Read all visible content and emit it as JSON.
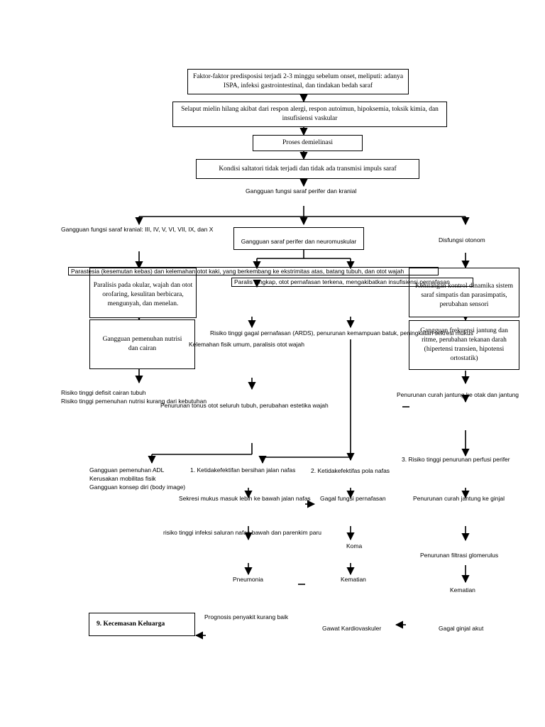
{
  "boxes": {
    "b1": "Faktor-faktor predisposisi terjadi 2-3 minggu sebelum onset, meliputi: adanya ISPA, infeksi gastrointestinal, dan tindakan bedah saraf",
    "b2": "Selaput mielin hilang akibat dari respon alergi, respon autoimun, hipoksemia, toksik kimia, dan insufisiensi vaskular",
    "b3": "Proses demielinasi",
    "b4": "Kondisi saltatori tidak terjadi dan tidak ada transmisi impuls saraf",
    "saraf_perifer_neuromuskular": "Gangguan saraf perifer dan neuromuskular",
    "parestesia": "Parastesia (kesemutan kebas) dan kelemahan otot kaki, yang berkembang ke ekstrimitas atas, batang tubuh, dan otot wajah",
    "paralisis_okular": "Paralisis pada okular, wajah dan otot orofaring, kesulitan berbicara, mengunyah, dan menelan.",
    "paralis_lengkap": "Paralis lengkap, otot pernafasan terkena, mengakibatkan insufisiensi pernafasan",
    "kehilangan_kontrol": "Kehilangan kontrol dinamika sistem saraf simpatis dan parasimpatis, perubahan sensori",
    "gangguan_nutrisi": "Gangguan pemenuhan nutrisi dan cairan",
    "gangguan_frekuensi": "Gangguan frekuensi jantung dan ritme, perubahan tekanan darah (hipertensi transien, hipotensi ortostatik)",
    "kecemasan": "9. Kecemasan Keluarga"
  },
  "labels": {
    "gangguan_fungsi": "Gangguan fungsi saraf perifer dan kranial",
    "kranial": "Gangguan fungsi saraf kranial: III, IV, V, VI, VII, IX, dan X",
    "disfungsi": "Disfungsi otonom",
    "risiko_ards": "Risiko tinggi gagal pernafasan (ARDS), penurunan kemampuan batuk, peningkatan sekresi mukus",
    "kelemahan_fisik": "Kelemahan fisik umum, paralisis otot wajah",
    "risiko_defisit": "Risiko tinggi defisit cairan tubuh",
    "risiko_nutrisi": "Risiko tinggi pemenuhan nutrisi kurang dari kebutuhan",
    "penurunan_tonus": "Penurunan tonus otot seluruh tubuh, perubahan estetika wajah",
    "penurunan_curah_otak": "Penurunan curah jantung ke otak dan jantung",
    "risiko_perfusi": "3. Risiko tinggi penurunan perfusi perifer",
    "gangguan_adl": "Gangguan pemenuhan ADL",
    "kerusakan_mobilitas": "Kerusakan mobilitas fisik",
    "gangguan_konsep": "Gangguan konsep diri (body image)",
    "ketidakefektifan_jalan": "1. Ketidakefektifan bersihan jalan nafas",
    "ketidakefektifan_pola": "2. Ketidakefektifas pola nafas",
    "sekresi_mukus": "Sekresi mukus masuk lebih ke bawah jalan nafas",
    "gagal_fungsi": "Gagal fungsi pernafasan",
    "penurunan_curah_ginjal": "Penurunan curah jantung ke ginjal",
    "risiko_infeksi": "risiko tinggi infeksi saluran nafas bawah dan parenkim paru",
    "koma": "Koma",
    "penurunan_filtrasi": "Penurunan filtrasi glomerulus",
    "pneumonia": "Pneumonia",
    "kematian_1": "Kematian",
    "kematian_2": "Kematian",
    "prognosis": "Prognosis penyakit kurang baik",
    "gawat": "Gawat Kardiovaskuler",
    "gagal_ginjal": "Gagal ginjal akut"
  }
}
